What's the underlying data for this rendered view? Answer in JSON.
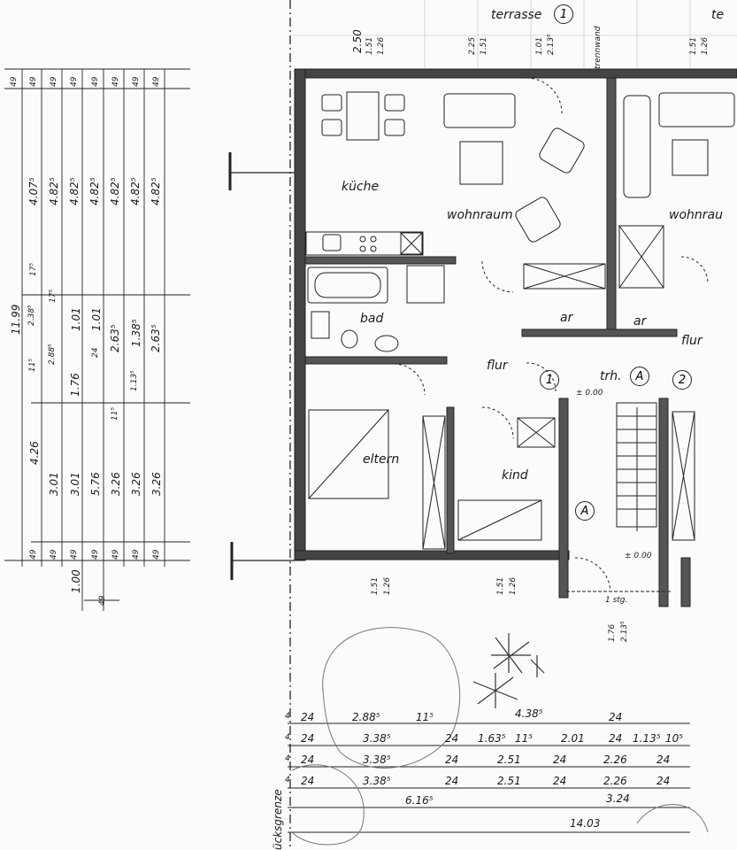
{
  "plan": {
    "rooms": {
      "terrasse": "terrasse",
      "terrasse_cut": "te",
      "kuche": "küche",
      "wohnraum": "wohnraum",
      "wohnraum_right": "wohnrau",
      "bad": "bad",
      "flur": "flur",
      "flur_right": "flur",
      "ar": "ar",
      "ar_right": "ar",
      "trh": "trh.",
      "eltern": "eltern",
      "kind": "kind",
      "trennwand": "trennwand",
      "grundstucksgrenze": "ücksgrenze",
      "stufe": "1 stg."
    },
    "markers": {
      "m1_top": "1",
      "m1_flur": "1",
      "mA_trh": "A",
      "m2": "2",
      "mA_stair": "A"
    },
    "levels": {
      "l1": "± 0.00",
      "l2": "± 0.00"
    },
    "top_dims": {
      "d250": "2.50",
      "d151a": "1.51",
      "d126a": "1.26",
      "d225": "2.25",
      "d151b": "1.51",
      "d101": "1.01",
      "d2135": "2.13⁵",
      "d151c": "1.51",
      "d126b": "1.26"
    },
    "bottom_small_dims": {
      "d151a": "1.51",
      "d126a": "1.26",
      "d151b": "1.51",
      "d126b": "1.26",
      "d176": "1.76",
      "d2135": "2.13⁵"
    },
    "left_dims": {
      "top_row": [
        "49",
        "49",
        "49",
        "49",
        "49",
        "49",
        "49",
        "49"
      ],
      "row2": [
        "4.07⁵",
        "4.82⁵",
        "4.82⁵",
        "4.82⁵",
        "4.82⁵",
        "4.82⁵",
        "4.82⁵"
      ],
      "total": "11.99",
      "c2385": "2.38⁵",
      "c175": "17⁵",
      "c2885": "2.88⁵",
      "c115a": "11⁵",
      "c175b": "17⁵",
      "c101a": "1.01",
      "c101b": "1.01",
      "c24": "24",
      "c2635": "2.63⁵",
      "c1385": "1.38⁵",
      "c2635b": "2.63⁵",
      "c176": "1.76",
      "c1135": "1.13⁵",
      "c426": "4.26",
      "c301a": "3.01",
      "c301b": "3.01",
      "c576": "5.76",
      "c326a": "3.26",
      "c326b": "3.26",
      "c326c": "3.26",
      "c115b": "11⁵",
      "bottom_row": [
        "49",
        "49",
        "49",
        "49",
        "49",
        "49",
        "49"
      ],
      "c100": "1.00",
      "c49": "49"
    },
    "bottom_dims": {
      "r1": [
        "4",
        "24",
        "2.88⁵",
        "11⁵",
        "4.38⁵",
        "24"
      ],
      "r2": [
        "4",
        "24",
        "3.38⁵",
        "24",
        "1.63⁵",
        "11⁵",
        "2.01",
        "24",
        "1.13⁵",
        "10⁵"
      ],
      "r3": [
        "4",
        "24",
        "3.38⁵",
        "24",
        "2.51",
        "24",
        "2.26",
        "24"
      ],
      "r4": [
        "4",
        "24",
        "3.38⁵",
        "24",
        "2.51",
        "24",
        "2.26",
        "24"
      ],
      "r5": [
        "6.16⁵",
        "3.24"
      ],
      "r6": [
        "14.03"
      ]
    }
  }
}
